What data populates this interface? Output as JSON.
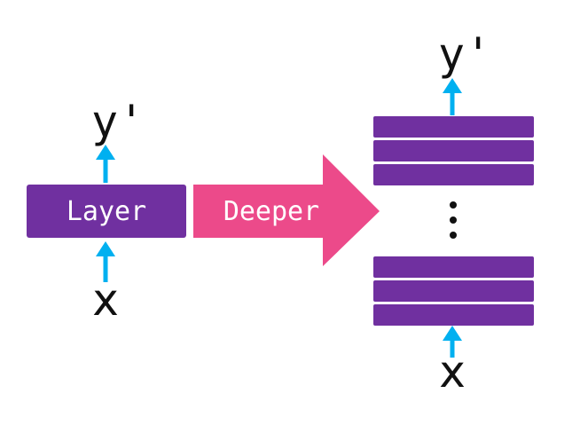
{
  "colors": {
    "layer_purple": "#7030A0",
    "arrow_blue": "#00B0F0",
    "deeper_pink": "#EC4A8A",
    "text_dark": "#111111",
    "text_white": "#ffffff",
    "background": "#ffffff"
  },
  "left": {
    "input_label": "x",
    "output_label": "y'",
    "layer_label": "Layer"
  },
  "center": {
    "transform_label": "Deeper"
  },
  "right": {
    "input_label": "x",
    "output_label": "y'",
    "top_layer_count": 3,
    "bottom_layer_count": 3,
    "ellipsis": "⋮"
  }
}
